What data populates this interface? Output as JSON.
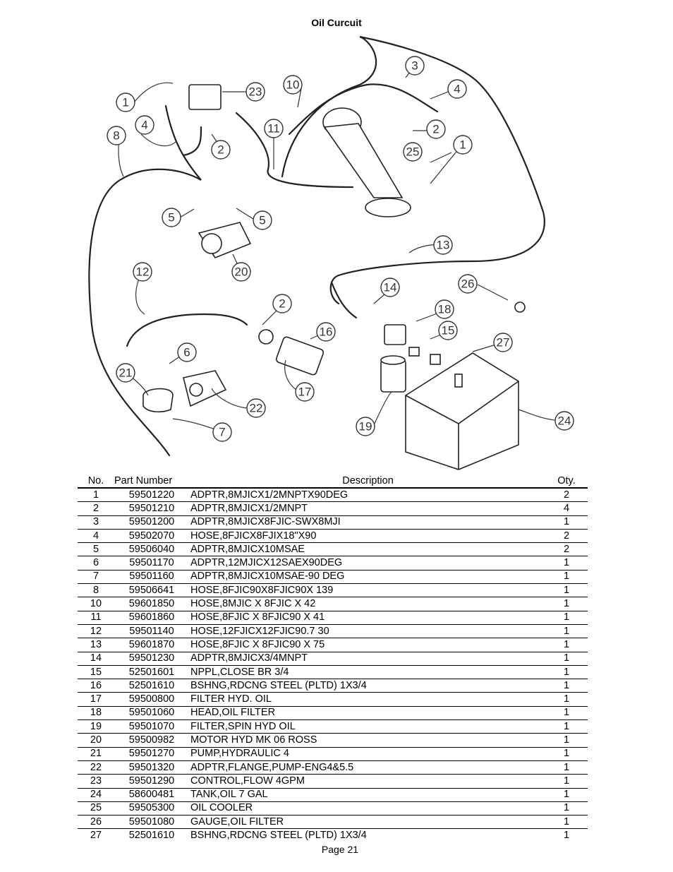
{
  "page": {
    "title": "Oil Curcuit",
    "footer": "Page 21"
  },
  "diagram": {
    "callouts": [
      "1",
      "23",
      "10",
      "3",
      "4",
      "8",
      "4",
      "2",
      "11",
      "2",
      "25",
      "1",
      "5",
      "5",
      "20",
      "13",
      "12",
      "14",
      "26",
      "2",
      "16",
      "18",
      "15",
      "27",
      "6",
      "21",
      "17",
      "22",
      "19",
      "24",
      "7"
    ]
  },
  "table": {
    "headers": {
      "no": "No.",
      "part": "Part Number",
      "desc": "Description",
      "qty": "Oty."
    },
    "rows": [
      {
        "no": "1",
        "part": "59501220",
        "desc": "ADPTR,8MJICX1/2MNPTX90DEG",
        "qty": "2"
      },
      {
        "no": "2",
        "part": "59501210",
        "desc": "ADPTR,8MJICX1/2MNPT",
        "qty": "4"
      },
      {
        "no": "3",
        "part": "59501200",
        "desc": "ADPTR,8MJICX8FJIC-SWX8MJI",
        "qty": "1"
      },
      {
        "no": "4",
        "part": "59502070",
        "desc": "HOSE,8FJICX8FJIX18\"X90",
        "qty": "2"
      },
      {
        "no": "5",
        "part": "59506040",
        "desc": "ADPTR,8MJICX10MSAE",
        "qty": "2"
      },
      {
        "no": "6",
        "part": "59501170",
        "desc": "ADPTR,12MJICX12SAEX90DEG",
        "qty": "1"
      },
      {
        "no": "7",
        "part": "59501160",
        "desc": "ADPTR,8MJICX10MSAE-90 DEG",
        "qty": "1"
      },
      {
        "no": "8",
        "part": "59506641",
        "desc": "HOSE,8FJIC90X8FJIC90X 139",
        "qty": "1"
      },
      {
        "no": "10",
        "part": "59601850",
        "desc": "HOSE,8MJIC X 8FJIC X 42",
        "qty": "1"
      },
      {
        "no": "11",
        "part": "59601860",
        "desc": "HOSE,8FJIC X 8FJIC90 X 41",
        "qty": "1"
      },
      {
        "no": "12",
        "part": "59501140",
        "desc": "HOSE,12FJICX12FJIC90.7 30",
        "qty": "1"
      },
      {
        "no": "13",
        "part": "59601870",
        "desc": "HOSE,8FJIC X 8FJIC90 X 75",
        "qty": "1"
      },
      {
        "no": "14",
        "part": "59501230",
        "desc": "ADPTR,8MJICX3/4MNPT",
        "qty": "1"
      },
      {
        "no": "15",
        "part": "52501601",
        "desc": "NPPL,CLOSE BR 3/4",
        "qty": "1"
      },
      {
        "no": "16",
        "part": "52501610",
        "desc": "BSHNG,RDCNG STEEL (PLTD) 1X3/4",
        "qty": "1"
      },
      {
        "no": "17",
        "part": "59500800",
        "desc": "FILTER HYD. OIL",
        "qty": "1"
      },
      {
        "no": "18",
        "part": "59501060",
        "desc": "HEAD,OIL FILTER",
        "qty": "1"
      },
      {
        "no": "19",
        "part": "59501070",
        "desc": "FILTER,SPIN HYD OIL",
        "qty": "1"
      },
      {
        "no": "20",
        "part": "59500982",
        "desc": "MOTOR HYD MK 06 ROSS",
        "qty": "1"
      },
      {
        "no": "21",
        "part": "59501270",
        "desc": "PUMP,HYDRAULIC 4",
        "qty": "1"
      },
      {
        "no": "22",
        "part": "59501320",
        "desc": "ADPTR,FLANGE,PUMP-ENG4&5.5",
        "qty": "1"
      },
      {
        "no": "23",
        "part": "59501290",
        "desc": "CONTROL,FLOW 4GPM",
        "qty": "1"
      },
      {
        "no": "24",
        "part": "58600481",
        "desc": "TANK,OIL 7 GAL",
        "qty": "1"
      },
      {
        "no": "25",
        "part": "59505300",
        "desc": "OIL COOLER",
        "qty": "1"
      },
      {
        "no": "26",
        "part": "59501080",
        "desc": "GAUGE,OIL FILTER",
        "qty": "1"
      },
      {
        "no": "27",
        "part": "52501610",
        "desc": "BSHNG,RDCNG STEEL (PLTD) 1X3/4",
        "qty": "1"
      }
    ]
  }
}
